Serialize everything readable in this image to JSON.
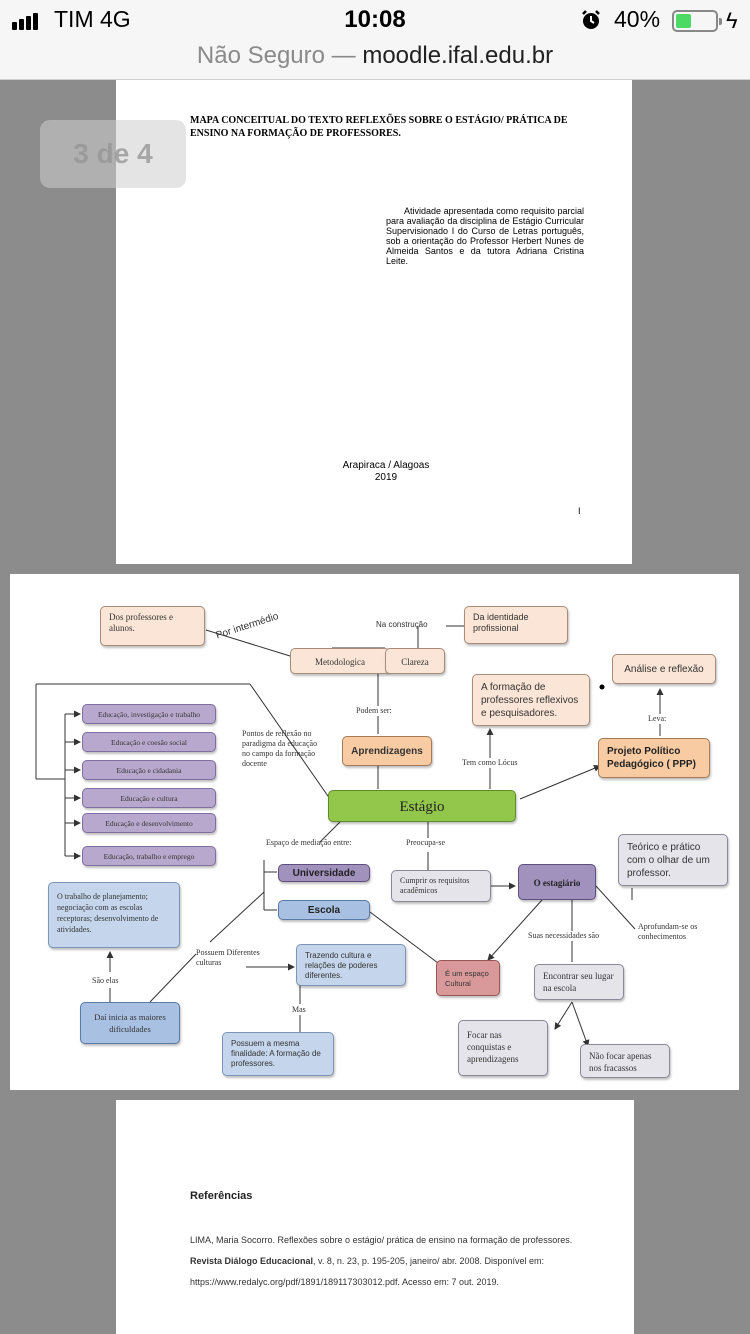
{
  "status_bar": {
    "carrier": "TIM   4G",
    "time": "10:08",
    "battery": "40%",
    "battery_level": 0.4
  },
  "browser": {
    "security": "Não Seguro",
    "separator": " — ",
    "domain": "moodle.ifal.edu.br"
  },
  "page_indicator": "3 de 4",
  "cover": {
    "title": "MAPA CONCEITUAL DO TEXTO REFLEXÕES SOBRE O ESTÁGIO/ PRÁTICA DE ENSINO NA FORMAÇÃO DE PROFESSORES.",
    "note": "Atividade apresentada como requisito parcial para avaliação da disciplina de Estágio Curricular Supervisionado I do Curso de Letras português, sob a orientação do Professor Herbert Nunes de Almeida Santos e da tutora Adriana Cristina Leite.",
    "city": "Arapiraca / Alagoas",
    "year": "2019",
    "page_number": "I"
  },
  "concept_map": {
    "nodes": {
      "professores_alunos": "Dos professores e alunos.",
      "identidade": "Da identidade profissional",
      "metodologica": "Metodologica",
      "clareza": "Clareza",
      "analise": "Análise e reflexão",
      "formacao_reflexivos": "A formação de professores reflexivos e pesquisadores.",
      "aprendizagens": "Aprendizagens",
      "ppp": "Projeto Político Pedagógico ( PPP)",
      "estagio": "Estágio",
      "edu_list": [
        "Educação, investigação e trabalho",
        "Educação e coesão social",
        "Educação e cidadania",
        "Educação e cultura",
        "Educação e desenvolvimento",
        "Educação, trabalho e emprego"
      ],
      "universidade": "Universidade",
      "escola": "Escola",
      "requisitos": "Cumprir os requisitos acadêmicos",
      "estagiario": "O estagiário",
      "teorico": "Teórico e prático com o olhar de um professor.",
      "planejamento": "O trabalho de planejamento; negociação com as escolas receptoras; desenvolvimento de atividades.",
      "trazendo": "Trazendo cultura e relações de poderes diferentes.",
      "espaco_cultural": "É um espaço Cultural",
      "lugar": "Encontrar seu lugar na escola",
      "dificuldades": "Daí inicia as maiores dificuldades",
      "mesma_finalidade": "Possuem a mesma finalidade: A formação de professores.",
      "conquistas": "Focar nas conquistas e aprendizagens",
      "fracassos": "Não focar apenas nos fracassos"
    },
    "labels": {
      "por_intermedio": "Por intermédio",
      "na_construcao": "Na construção",
      "podem_ser": "Podem ser:",
      "pontos_reflexao": "Pontos de reflexão no paradigma da educação no campo da formação docente",
      "tem_como_locus": "Tem como Lócus",
      "leva": "Leva:",
      "espaco_mediacao": "Espaço de mediação entre:",
      "preocupa_se": "Preocupa-se",
      "suas_necessidades": "Suas necessidades são",
      "aprofundam": "Aprofundam-se os conhecimentos",
      "sao_elas": "São elas",
      "possuem_diferentes": "Possuem Diferentes culturas",
      "mas": "Mas"
    }
  },
  "references": {
    "heading": "Referências",
    "line1": "LIMA, Maria Socorro. Reflexões sobre o estágio/ prática de ensino na formação de professores. ",
    "journal": "Revista Diálogo Educacional",
    "line2": ", v. 8, n. 23, p. 195-205, janeiro/ abr. 2008. Disponível em: https://www.redalyc.org/pdf/1891/189117303012.pdf. Acesso em: 7 out. 2019."
  }
}
